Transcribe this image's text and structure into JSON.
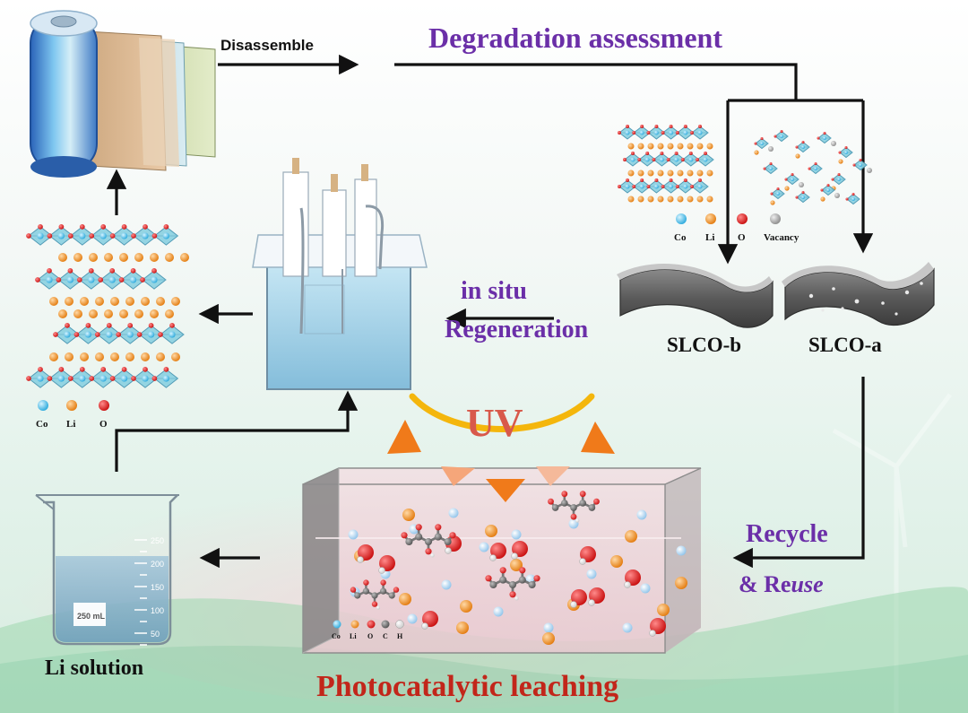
{
  "labels": {
    "disassemble": "Disassemble",
    "degradation": "Degradation assessment",
    "in_situ": "in situ",
    "regeneration": "Regeneration",
    "slco_b": "SLCO-b",
    "slco_a": "SLCO-a",
    "uv": "UV",
    "recycle": "Recycle",
    "reuse_prefix": "& Re",
    "reuse_italic": "use",
    "li_solution": "Li solution",
    "photocatalytic": "Photocatalytic leaching",
    "beaker_volume": "250 mL"
  },
  "beaker_ticks": [
    "250",
    "200",
    "150",
    "100",
    "50"
  ],
  "legend_structure": {
    "co": "Co",
    "li": "Li",
    "o": "O"
  },
  "legend_degraded": {
    "co": "Co",
    "li": "Li",
    "o": "O",
    "vacancy": "Vacancy"
  },
  "legend_leaching": {
    "co": "Co",
    "li": "Li",
    "o": "O",
    "c": "C",
    "h": "H"
  },
  "colors": {
    "title_purple": "#6b2fa8",
    "title_red": "#c2261a",
    "co": "#34c6ee",
    "li": "#f08c1a",
    "o": "#e01616",
    "vacancy": "#9a9a9a",
    "carbon": "#6e6e6e",
    "uv_arc": "#f4b60c",
    "uv_triangle": "#f07a1a"
  }
}
